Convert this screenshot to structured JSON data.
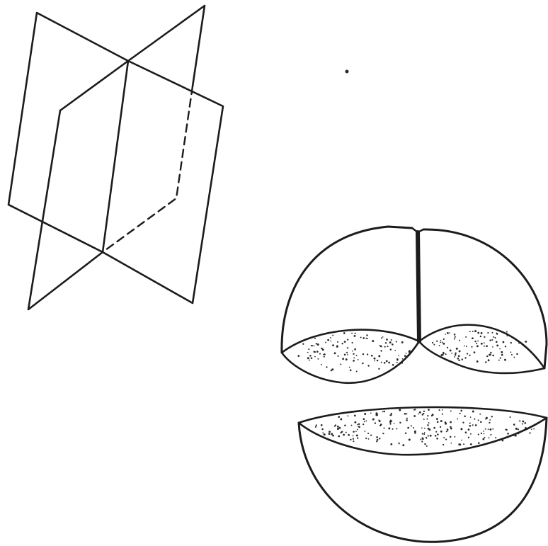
{
  "figure": {
    "panels": [
      {
        "id": "intersecting-planes",
        "hidden_edges": "dashed"
      },
      {
        "id": "cut-sphere-upper",
        "cut_faces": "stippled"
      },
      {
        "id": "cut-sphere-lower",
        "cut_faces": "stippled"
      }
    ]
  },
  "colors": {
    "ink": "#1c1c1c",
    "background": "#ffffff",
    "stipple": "#2a2a2a"
  }
}
